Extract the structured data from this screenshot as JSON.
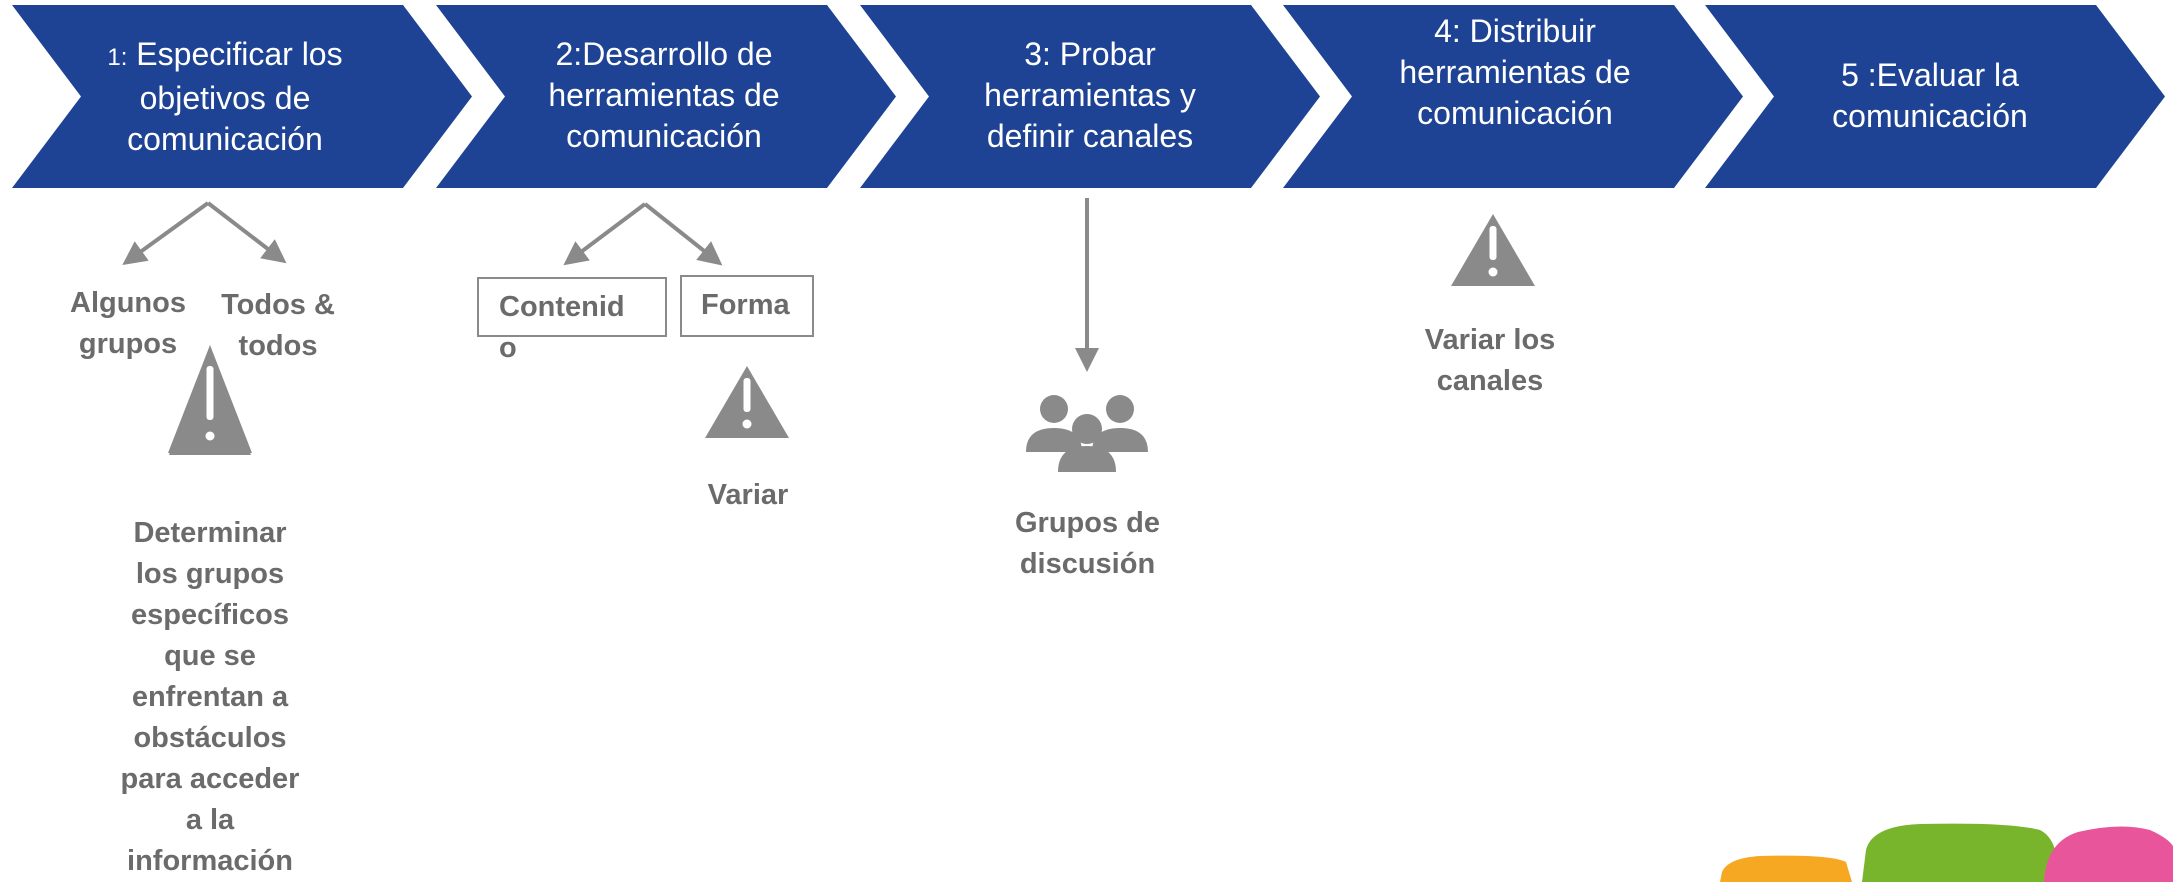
{
  "steps": [
    {
      "prefix": "1:",
      "lines": [
        "Especificar los",
        "objetivos de",
        "comunicación"
      ]
    },
    {
      "lines": [
        "2:Desarrollo de",
        "herramientas de",
        "comunicación"
      ]
    },
    {
      "lines": [
        "3: Probar",
        "herramientas y",
        "definir canales"
      ]
    },
    {
      "lines": [
        "4: Distribuir",
        "herramientas de",
        "comunicación"
      ]
    },
    {
      "lines": [
        "5 :Evaluar la",
        "comunicación"
      ]
    }
  ],
  "step1": {
    "branch_left": [
      "Algunos",
      "grupos"
    ],
    "branch_right": [
      "Todos &",
      "todos"
    ],
    "note": [
      "Determinar",
      "los grupos",
      "específicos",
      "que se",
      "enfrentan a",
      "obstáculos",
      "para acceder",
      "a la",
      "información"
    ]
  },
  "step2": {
    "box_left": [
      "Contenid",
      "o"
    ],
    "box_right": "Forma",
    "note": "Variar"
  },
  "step3": {
    "note": [
      "Grupos de",
      "discusión"
    ]
  },
  "step4": {
    "note": [
      "Variar los",
      "canales"
    ]
  },
  "icons": {
    "warning": "warning-triangle-icon",
    "people": "group-people-icon"
  },
  "colors": {
    "chevron": "#1e4395",
    "gray_text": "#6b6b6b",
    "gray_shape": "#8a8a8a",
    "blob_orange": "#f7a823",
    "blob_green": "#78b52d",
    "blob_pink": "#e9559a"
  }
}
